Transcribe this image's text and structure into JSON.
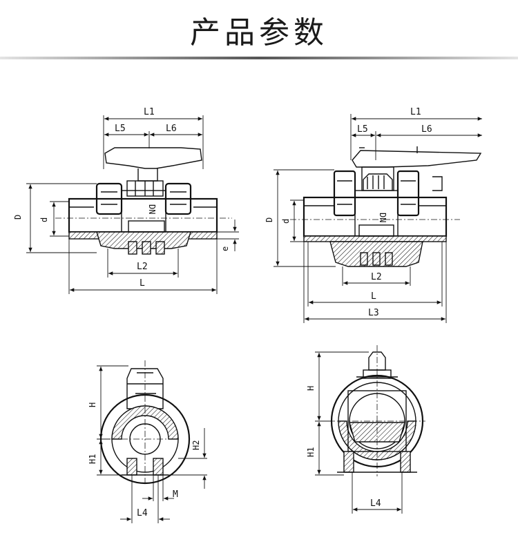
{
  "title": "产品参数",
  "views": {
    "side_left": {
      "labels": {
        "L1": "L1",
        "L5": "L5",
        "L6": "L6",
        "D": "D",
        "d": "d",
        "DN": "DN",
        "e": "e",
        "L2": "L2",
        "L": "L"
      }
    },
    "side_right": {
      "labels": {
        "L1": "L1",
        "L5": "L5",
        "L6": "L6",
        "D": "D",
        "d": "d",
        "DN": "DN",
        "L2": "L2",
        "L": "L",
        "L3": "L3"
      }
    },
    "front_left": {
      "labels": {
        "H": "H",
        "H1": "H1",
        "H2": "H2",
        "M": "M",
        "L4": "L4"
      }
    },
    "front_right": {
      "labels": {
        "H": "H",
        "H1": "H1",
        "L4": "L4"
      }
    }
  }
}
